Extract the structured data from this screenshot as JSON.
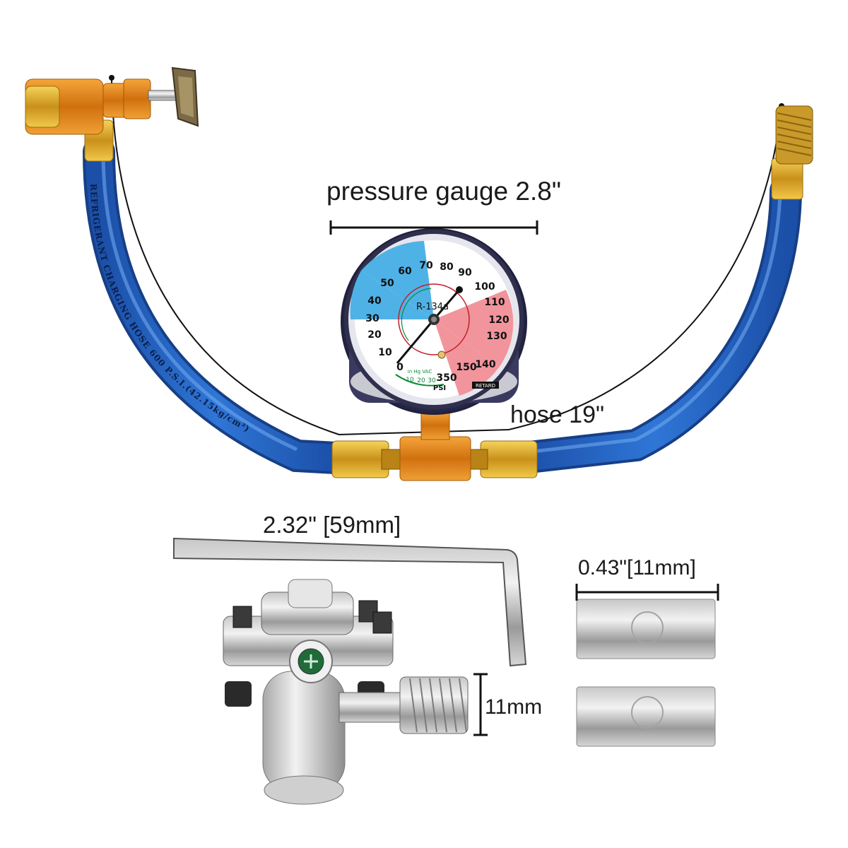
{
  "product_photo": {
    "dimension_labels": {
      "gauge": "pressure gauge 2.8\"",
      "hose": "hose 19\"",
      "hex_key": "2.32\" [59mm]",
      "sleeve": "0.43\"[11mm]",
      "thread": "11mm"
    },
    "gauge_face": {
      "refrigerant": "R-134a",
      "unit": "PSI",
      "outer_scale": [
        "0",
        "10",
        "20",
        "30",
        "40",
        "50",
        "60",
        "70",
        "80",
        "90",
        "100",
        "110",
        "120",
        "130",
        "140",
        "150",
        "350"
      ],
      "vacuum_label": "in Hg VAC",
      "vacuum_scale": [
        "10",
        "20",
        "30"
      ],
      "retard_label": "RETARD"
    },
    "hose_print": "REFRIGERANT CHARGING HOSE 600 P.S.I.(42.15kg/cm²)",
    "colors": {
      "hose_blue": "#1f5fbf",
      "brass": "#d8a020",
      "orange_fitting": "#e58a1e",
      "gauge_blue_zone": "#4fb2e6",
      "gauge_red_zone": "#f2949c"
    }
  }
}
